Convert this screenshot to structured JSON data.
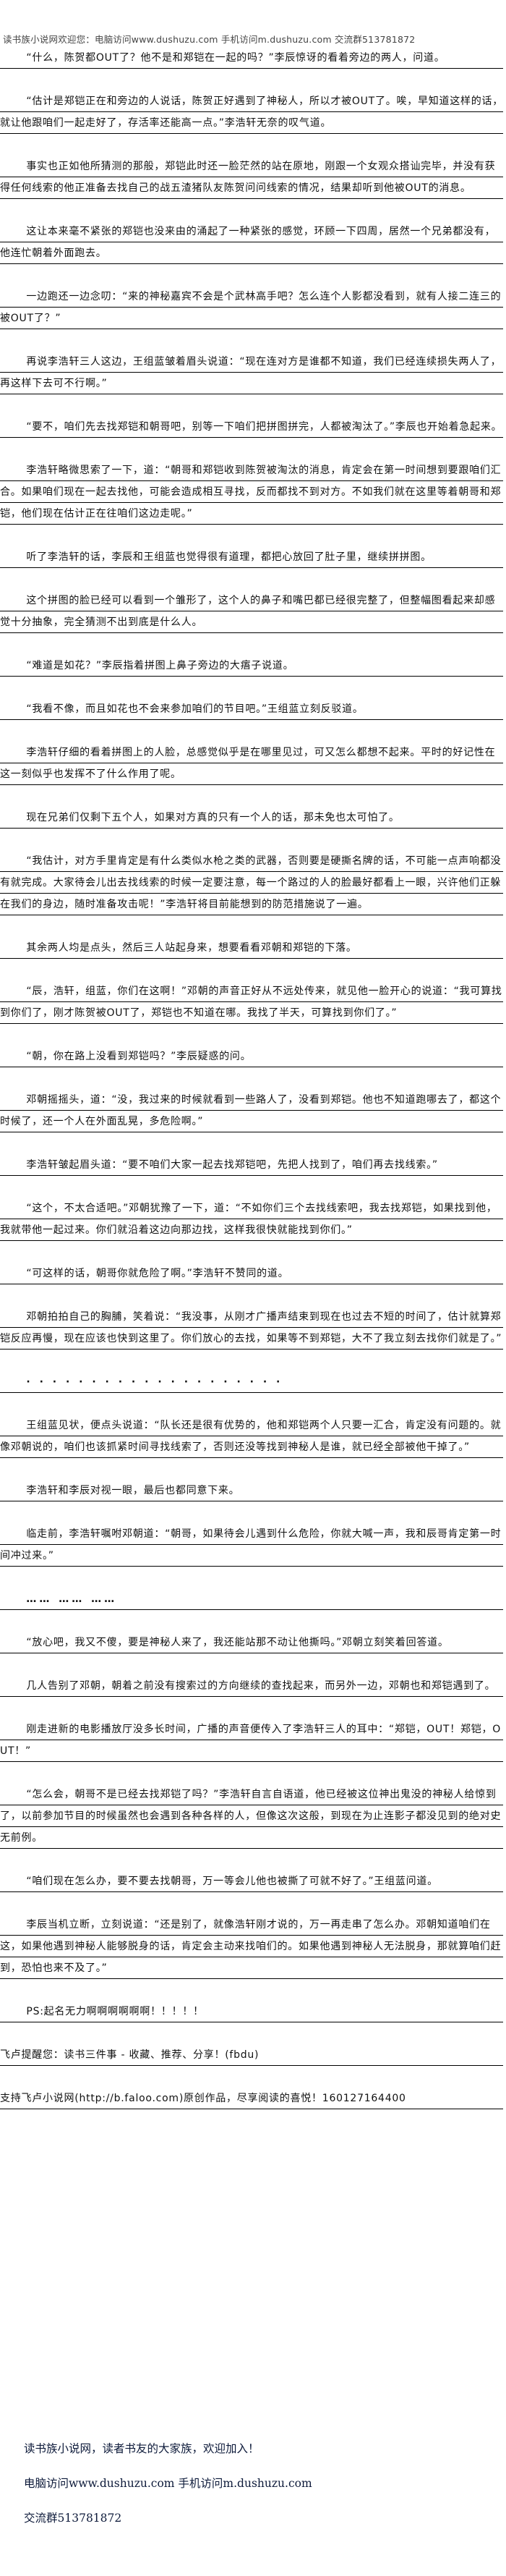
{
  "header": {
    "site_notice": "读书族小说网欢迎您：电脑访问www.dushuzu.com 手机访问m.dushuzu.com 交流群513781872"
  },
  "article": {
    "paragraphs": [
      {
        "text": "“什么，陈贺都OUT了？他不是和郑铠在一起的吗？”李辰惊讶的看着旁边的两人，问道。"
      },
      {
        "text": "“估计是郑铠正在和旁边的人说话，陈贺正好遇到了神秘人，所以才被OUT了。唉，早知道这样的话，就让他跟咱们一起走好了，存活率还能高一点。”李浩轩无奈的叹气道。"
      },
      {
        "text": "事实也正如他所猜测的那般，郑铠此时还一脸茫然的站在原地，刚跟一个女观众搭讪完毕，并没有获得任何线索的他正准备去找自己的战五渣猪队友陈贺问问线索的情况，结果却听到他被OUT的消息。"
      },
      {
        "text": "这让本来毫不紧张的郑铠也没来由的涌起了一种紧张的感觉，环顾一下四周，居然一个兄弟都没有，他连忙朝着外面跑去。"
      },
      {
        "text": "一边跑还一边念叨：“来的神秘嘉宾不会是个武林高手吧？怎么连个人影都没看到，就有人接二连三的被OUT了？”"
      },
      {
        "text": "再说李浩轩三人这边，王组蓝皱着眉头说道：“现在连对方是谁都不知道，我们已经连续损失两人了，再这样下去可不行啊。”"
      },
      {
        "text": "“要不，咱们先去找郑铠和朝哥吧，别等一下咱们把拼图拼完，人都被淘汰了。”李辰也开始着急起来。"
      },
      {
        "text": "李浩轩略微思索了一下，道：“朝哥和郑铠收到陈贺被淘汰的消息，肯定会在第一时间想到要跟咱们汇合。如果咱们现在一起去找他，可能会造成相互寻找，反而都找不到对方。不如我们就在这里等着朝哥和郑铠，他们现在估计正在往咱们这边走呢。”"
      },
      {
        "text": "听了李浩轩的话，李辰和王组蓝也觉得很有道理，都把心放回了肚子里，继续拼拼图。"
      },
      {
        "text": "这个拼图的脸已经可以看到一个雏形了，这个人的鼻子和嘴巴都已经很完整了，但整幅图看起来却感觉十分抽象，完全猜测不出到底是什么人。"
      },
      {
        "text": "“难道是如花？”李辰指着拼图上鼻子旁边的大痦子说道。"
      },
      {
        "text": "“我看不像，而且如花也不会来参加咱们的节目吧。”王组蓝立刻反驳道。"
      },
      {
        "text": "李浩轩仔细的看着拼图上的人脸，总感觉似乎是在哪里见过，可又怎么都想不起来。平时的好记性在这一刻似乎也发挥不了什么作用了呢。"
      },
      {
        "text": "现在兄弟们仅剩下五个人，如果对方真的只有一个人的话，那未免也太可怕了。"
      },
      {
        "text": "“我估计，对方手里肯定是有什么类似水枪之类的武器，否则要是硬撕名牌的话，不可能一点声响都没有就完成。大家待会儿出去找线索的时候一定要注意，每一个路过的人的脸最好都看上一眼，兴许他们正躲在我们的身边，随时准备攻击呢！”李浩轩将目前能想到的防范措施说了一遍。"
      },
      {
        "text": "其余两人均是点头，然后三人站起身来，想要看看邓朝和郑铠的下落。"
      },
      {
        "text": "“辰，浩轩，组蓝，你们在这啊！”邓朝的声音正好从不远处传来，就见他一脸开心的说道：“我可算找到你们了，刚才陈贺被OUT了，郑铠也不知道在哪。我找了半天，可算找到你们了。”"
      },
      {
        "text": "“朝，你在路上没看到郑铠吗？”李辰疑惑的问。"
      },
      {
        "text": "邓朝摇摇头，道：“没，我过来的时候就看到一些路人了，没看到郑铠。他也不知道跑哪去了，都这个时候了，还一个人在外面乱晃，多危险啊。”"
      },
      {
        "text": "李浩轩皱起眉头道：“要不咱们大家一起去找郑铠吧，先把人找到了，咱们再去找线索。”"
      },
      {
        "text": "“这个，不太合适吧。”邓朝犹豫了一下，道：“不如你们三个去找线索吧，我去找郑铠，如果找到他，我就带他一起过来。你们就沿着这边向那边找，这样我很快就能找到你们。”"
      },
      {
        "text": "“可这样的话，朝哥你就危险了啊。”李浩轩不赞同的道。"
      },
      {
        "text": "邓朝拍拍自己的胸脯，笑着说：“我没事，从刚才广播声结束到现在也过去不短的时间了，估计就算郑铠反应再慢，现在应该也快到这里了。你们放心的去找，如果等不到郑铠，大不了我立刻去找你们就是了。”"
      },
      {
        "text": "· · · · · · · · · · · · · · · · · · · ·",
        "style": "dots"
      },
      {
        "text": "王组蓝见状，便点头说道：“队长还是很有优势的，他和郑铠两个人只要一汇合，肯定没有问题的。就像邓朝说的，咱们也该抓紧时间寻找线索了，否则还没等找到神秘人是谁，就已经全部被他干掉了。”"
      },
      {
        "text": "李浩轩和李辰对视一眼，最后也都同意下来。"
      },
      {
        "text": "临走前，李浩轩嘱咐邓朝道：“朝哥，如果待会儿遇到什么危险，你就大喊一声，我和辰哥肯定第一时间冲过来。”"
      },
      {
        "text": "…… …… ……",
        "style": "dots"
      },
      {
        "text": "“放心吧，我又不傻，要是神秘人来了，我还能站那不动让他撕吗。”邓朝立刻笑着回答道。"
      },
      {
        "text": "几人告别了邓朝，朝着之前没有搜索过的方向继续的查找起来，而另外一边，邓朝也和郑铠遇到了。"
      },
      {
        "text": "刚走进新的电影播放厅没多长时间，广播的声音便传入了李浩轩三人的耳中：“郑铠，OUT！郑铠，OUT！”"
      },
      {
        "text": "“怎么会，朝哥不是已经去找郑铠了吗？”李浩轩自言自语道，他已经被这位神出鬼没的神秘人给惊到了，以前参加节目的时候虽然也会遇到各种各样的人，但像这次这般，到现在为止连影子都没见到的绝对史无前例。"
      },
      {
        "text": "“咱们现在怎么办，要不要去找朝哥，万一等会儿他也被撕了可就不好了。”王组蓝问道。"
      },
      {
        "text": "李辰当机立断，立刻说道：“还是别了，就像浩轩刚才说的，万一再走串了怎么办。邓朝知道咱们在这，如果他遇到神秘人能够脱身的话，肯定会主动来找咱们的。如果他遇到神秘人无法脱身，那就算咱们赶到，恐怕也来不及了。”"
      },
      {
        "text": "PS:起名无力啊啊啊啊啊啊！！！！！"
      },
      {
        "text": "飞卢提醒您：读书三件事 - 收藏、推荐、分享！(fbdu)",
        "style": "noindent"
      },
      {
        "text": "支持飞卢小说网(http://b.faloo.com)原创作品，尽享阅读的喜悦！160127164400",
        "style": "noindent"
      }
    ]
  },
  "footer": {
    "welcome": "读书族小说网，读者书友的大家族，欢迎加入！",
    "access": "电脑访问www.dushuzu.com 手机访问m.dushuzu.com",
    "group": "交流群513781872"
  }
}
